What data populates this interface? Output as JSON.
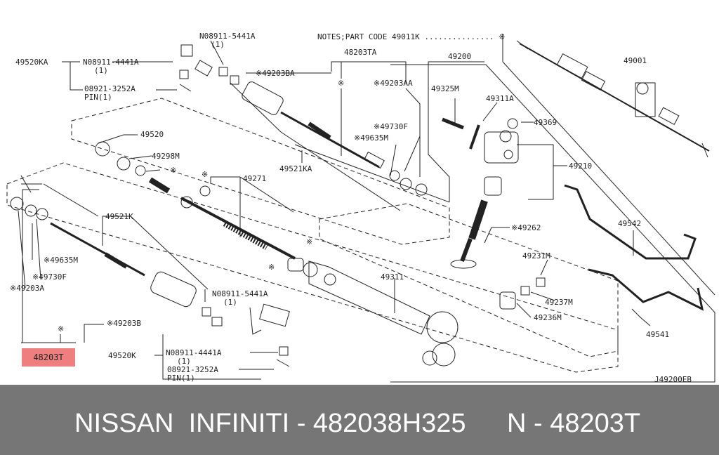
{
  "diagram": {
    "notes": "NOTES;PART CODE 49011K ............... ※",
    "code": "J49200EB",
    "asterisk": "※",
    "labels": {
      "n_08911_5441A_top": "N08911-5441A",
      "q1a": "(1)",
      "l_49520KA": "49520KA",
      "n_08911_4441A_top": "N08911-4441A",
      "q1b": "(1)",
      "l_08921_3252A_top": "08921-3252A",
      "pin1_top": "PIN(1)",
      "l_49203BA": "※49203BA",
      "l_48203TA": "48203TA",
      "l_49203AA": "※49203AA",
      "l_49200": "49200",
      "l_49001": "49001",
      "l_49325M": "49325M",
      "l_49311A": "49311A",
      "l_49369": "49369",
      "l_49730F_top": "※49730F",
      "l_49635M_top": "※49635M",
      "l_49520": "49520",
      "l_49298M": "49298M",
      "l_49521KA": "49521KA",
      "l_49210": "49210",
      "l_49271": "49271",
      "l_49542": "49542",
      "l_49521K": "49521K",
      "l_49262": "※49262",
      "l_49635M": "※49635M",
      "l_49231M": "49231M",
      "l_49730F": "※49730F",
      "l_49311": "49311",
      "l_49203A": "※49203A",
      "l_49237M": "49237M",
      "n_08911_5441A_bot": "N08911-5441A",
      "q1c": "(1)",
      "l_49236M": "49236M",
      "l_49203B": "※49203B",
      "l_49541": "49541",
      "l_49520K": "49520K",
      "n_08911_4441A_bot": "N08911-4441A",
      "q1d": "(1)",
      "l_08921_3252A_bot": "08921-3252A",
      "pin1_bot": "PIN(1)"
    },
    "highlight": "48203T"
  },
  "footer": {
    "left": "NISSAN  INFINITI - 482038H325",
    "right": "N - 48203T"
  }
}
